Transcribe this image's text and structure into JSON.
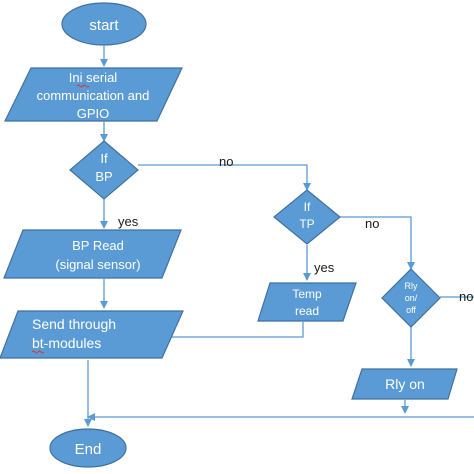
{
  "nodes": {
    "start": "start",
    "init_l1": "Ini serial",
    "init_l2": "communication and",
    "init_l3": "GPIO",
    "if_bp_l1": "If",
    "if_bp_l2": "BP",
    "bp_read_l1": "BP Read",
    "bp_read_l2": "(signal sensor)",
    "if_tp_l1": "If",
    "if_tp_l2": "TP",
    "temp_read_l1": "Temp",
    "temp_read_l2": "read",
    "rly_dec_l1": "Rly",
    "rly_dec_l2": "on/",
    "rly_dec_l3": "off",
    "rly_on": "Rly on",
    "send_l1": "Send through",
    "send_l2": "bt-modules",
    "end": "End"
  },
  "edge_labels": {
    "bp_no": "no",
    "bp_yes": "yes",
    "tp_no": "no",
    "tp_yes": "yes",
    "rly_no": "no"
  },
  "colors": {
    "shape_fill": "#5b9bd5",
    "shape_stroke": "#41719c",
    "connector": "#5b9bd5"
  }
}
